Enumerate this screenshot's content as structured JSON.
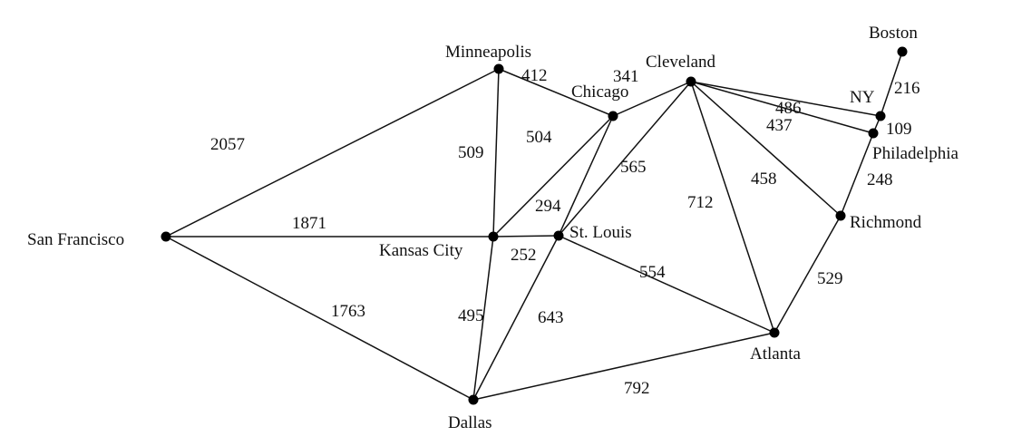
{
  "colors": {
    "line": "#111111",
    "node": "#000000",
    "text": "#111111",
    "background": "#ffffff"
  },
  "cities": {
    "sf": "San Francisco",
    "min": "Minneapolis",
    "chi": "Chicago",
    "cle": "Cleveland",
    "bos": "Boston",
    "ny": "NY",
    "phi": "Philadelphia",
    "ric": "Richmond",
    "kc": "Kansas City",
    "stl": "St. Louis",
    "atl": "Atlanta",
    "dal": "Dallas"
  },
  "edges": [
    {
      "from": "sf",
      "to": "min",
      "weight": "2057"
    },
    {
      "from": "sf",
      "to": "kc",
      "weight": "1871"
    },
    {
      "from": "sf",
      "to": "dal",
      "weight": "1763"
    },
    {
      "from": "min",
      "to": "chi",
      "weight": "412"
    },
    {
      "from": "min",
      "to": "kc",
      "weight": "509"
    },
    {
      "from": "chi",
      "to": "cle",
      "weight": "341"
    },
    {
      "from": "chi",
      "to": "kc",
      "weight": "504"
    },
    {
      "from": "chi",
      "to": "stl",
      "weight": "294"
    },
    {
      "from": "kc",
      "to": "stl",
      "weight": "252"
    },
    {
      "from": "kc",
      "to": "dal",
      "weight": "495"
    },
    {
      "from": "stl",
      "to": "dal",
      "weight": "643"
    },
    {
      "from": "stl",
      "to": "cle",
      "weight": "565"
    },
    {
      "from": "stl",
      "to": "atl",
      "weight": "554"
    },
    {
      "from": "cle",
      "to": "ny",
      "weight": "486"
    },
    {
      "from": "cle",
      "to": "phi",
      "weight": "437"
    },
    {
      "from": "cle",
      "to": "ric",
      "weight": "458"
    },
    {
      "from": "cle",
      "to": "atl",
      "weight": "712"
    },
    {
      "from": "ny",
      "to": "bos",
      "weight": "216"
    },
    {
      "from": "ny",
      "to": "phi",
      "weight": "109"
    },
    {
      "from": "phi",
      "to": "ric",
      "weight": "248"
    },
    {
      "from": "ric",
      "to": "atl",
      "weight": "529"
    },
    {
      "from": "dal",
      "to": "atl",
      "weight": "792"
    }
  ]
}
